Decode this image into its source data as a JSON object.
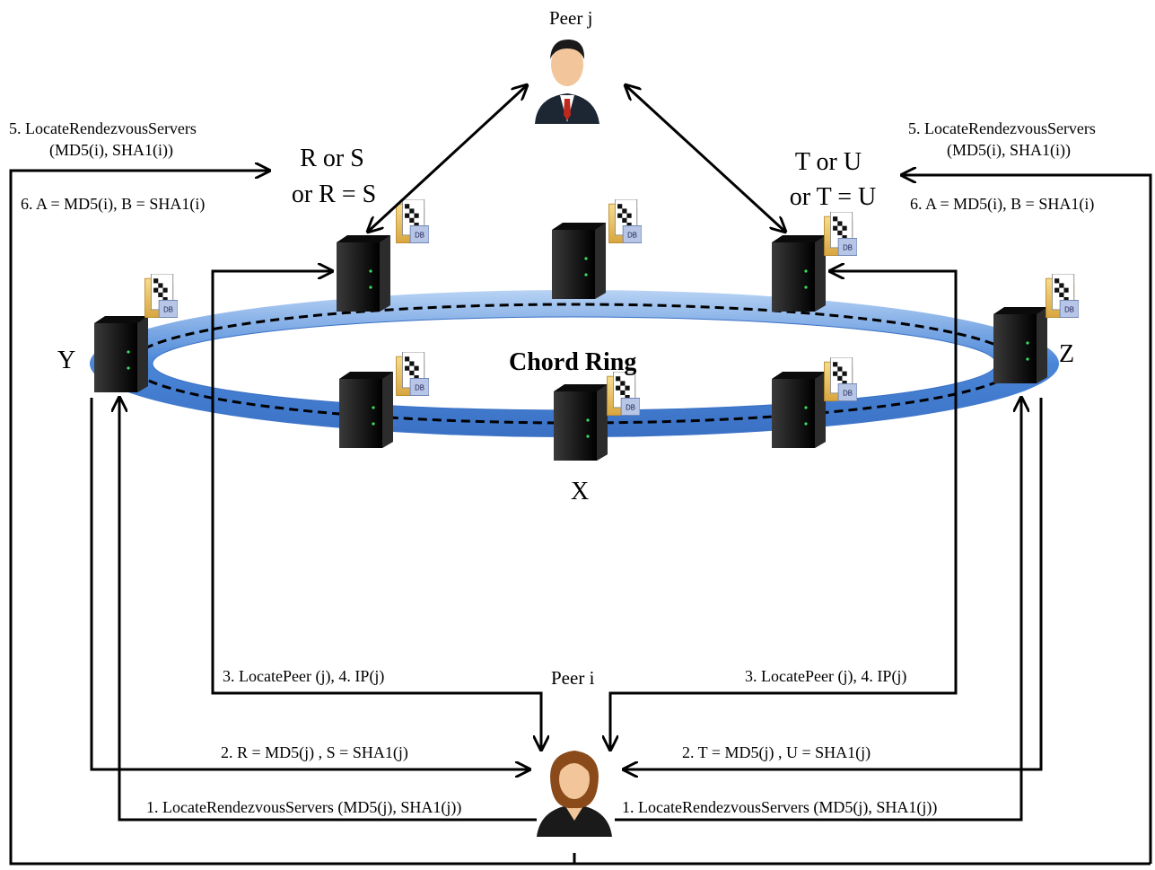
{
  "peer_j": {
    "label": "Peer j"
  },
  "peer_i": {
    "label": "Peer i"
  },
  "ring": {
    "label": "Chord Ring"
  },
  "nodes": {
    "x": "X",
    "y": "Y",
    "z": "Z",
    "rs": {
      "line1": "R or S",
      "line2": "or R = S"
    },
    "tu": {
      "line1": "T or U",
      "line2": "or T = U"
    }
  },
  "db_icon_text": "DB",
  "steps_left": {
    "step5_line1": "5. LocateRendezvousServers",
    "step5_line2": "(MD5(i), SHA1(i))",
    "step6": "6. A = MD5(i), B = SHA1(i)",
    "step3_4": "3. LocatePeer (j), 4. IP(j)",
    "step2": "2. R = MD5(j) , S = SHA1(j)",
    "step1": "1. LocateRendezvousServers (MD5(j), SHA1(j))"
  },
  "steps_right": {
    "step5_line1": "5. LocateRendezvousServers",
    "step5_line2": "(MD5(i), SHA1(i))",
    "step6": "6. A = MD5(i), B = SHA1(i)",
    "step3_4": "3. LocatePeer (j), 4. IP(j)",
    "step2": "2. T = MD5(j) , U = SHA1(j)",
    "step1": "1. LocateRendezvousServers (MD5(j), SHA1(j))"
  },
  "colors": {
    "ring_fill": "#4a86d8",
    "ring_highlight": "#a9c8f0",
    "server_body": "#1a1a1a",
    "folder": "#e8c56a",
    "suit": "#1c2733",
    "tie": "#c0281c",
    "hair": "#8a4a1a",
    "skin": "#f2c59a"
  }
}
